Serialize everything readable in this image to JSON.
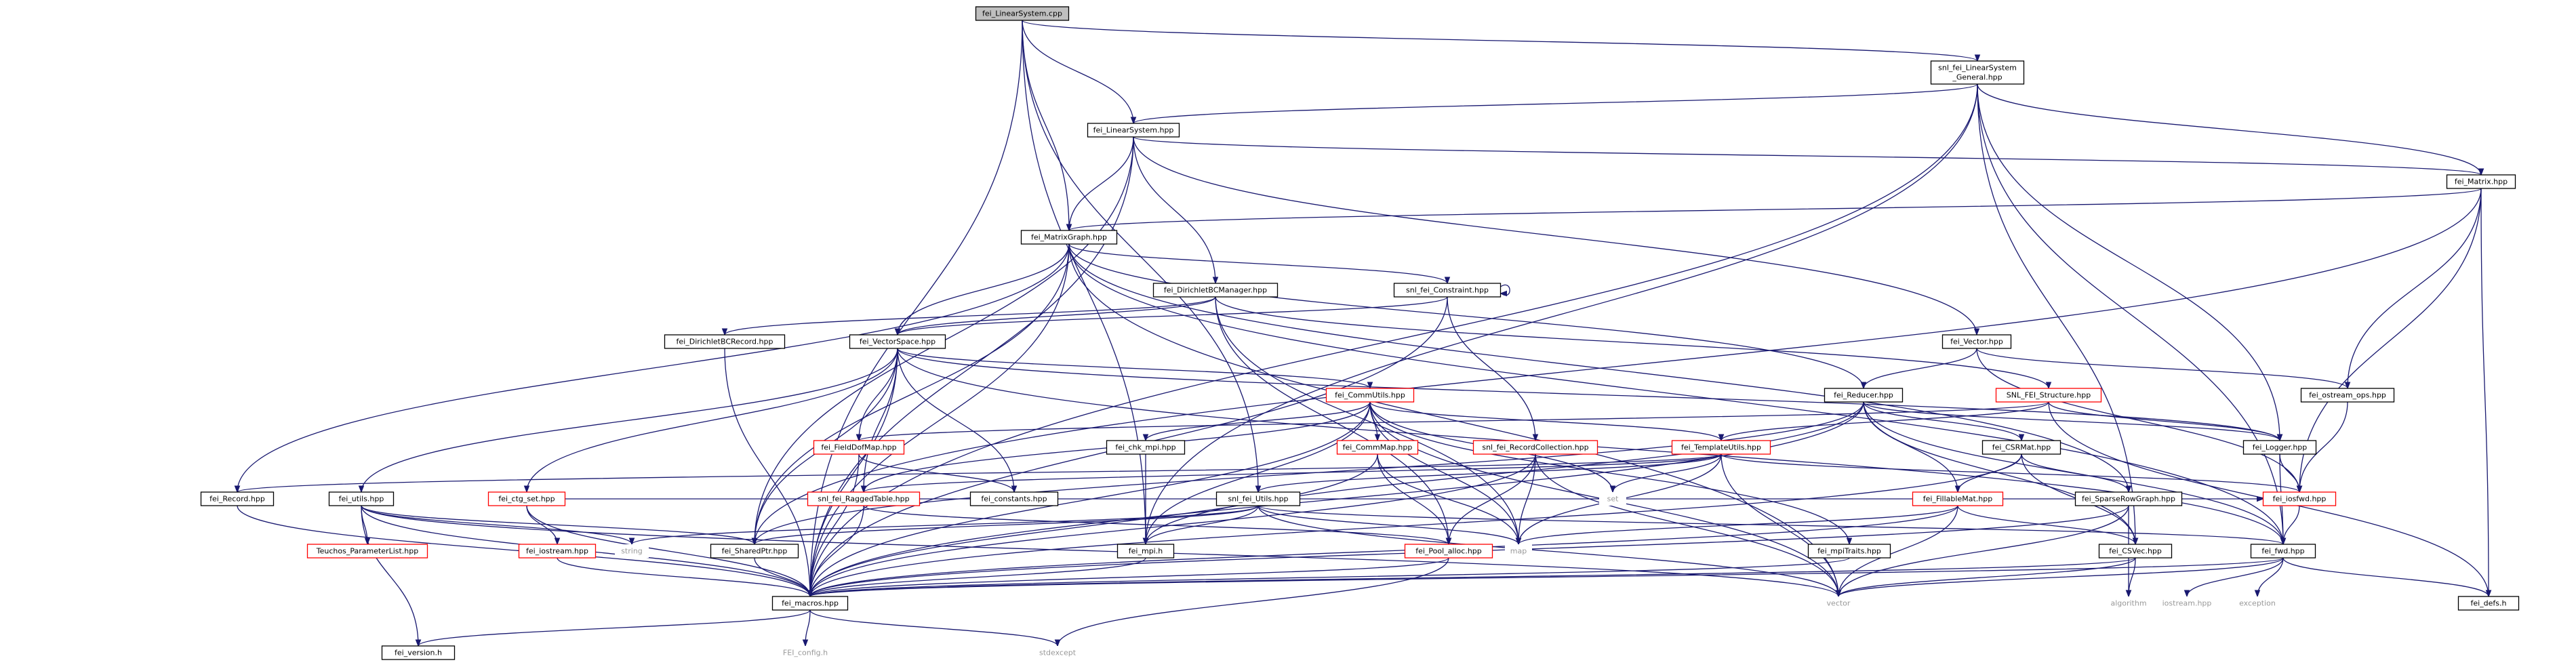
{
  "diagram": {
    "type": "include-dependency-graph",
    "colors": {
      "edge": "#191970",
      "root_fill": "#bfbfbf",
      "documented_fill": "#ffffff",
      "documented_border": "#000000",
      "incomplete_border": "#ff0000",
      "missing_text": "#999999"
    },
    "nodes": [
      {
        "id": "fei_LinearSystem_cpp",
        "lines": [
          "fei_LinearSystem.cpp"
        ],
        "style": "root"
      },
      {
        "id": "snl_fei_LinearSystem_General_hpp",
        "lines": [
          "snl_fei_LinearSystem",
          "_General.hpp"
        ],
        "style": "doc"
      },
      {
        "id": "fei_LinearSystem_hpp",
        "lines": [
          "fei_LinearSystem.hpp"
        ],
        "style": "doc"
      },
      {
        "id": "fei_Matrix_hpp",
        "lines": [
          "fei_Matrix.hpp"
        ],
        "style": "doc"
      },
      {
        "id": "fei_MatrixGraph_hpp",
        "lines": [
          "fei_MatrixGraph.hpp"
        ],
        "style": "doc"
      },
      {
        "id": "fei_DirichletBCManager_hpp",
        "lines": [
          "fei_DirichletBCManager.hpp"
        ],
        "style": "doc"
      },
      {
        "id": "snl_fei_Constraint_hpp",
        "lines": [
          "snl_fei_Constraint.hpp"
        ],
        "style": "doc"
      },
      {
        "id": "fei_DirichletBCRecord_hpp",
        "lines": [
          "fei_DirichletBCRecord.hpp"
        ],
        "style": "doc"
      },
      {
        "id": "fei_VectorSpace_hpp",
        "lines": [
          "fei_VectorSpace.hpp"
        ],
        "style": "doc"
      },
      {
        "id": "fei_Vector_hpp",
        "lines": [
          "fei_Vector.hpp"
        ],
        "style": "doc"
      },
      {
        "id": "fei_ostream_ops_hpp",
        "lines": [
          "fei_ostream_ops.hpp"
        ],
        "style": "doc"
      },
      {
        "id": "fei_CommUtils_hpp",
        "lines": [
          "fei_CommUtils.hpp"
        ],
        "style": "incomplete"
      },
      {
        "id": "fei_Reducer_hpp",
        "lines": [
          "fei_Reducer.hpp"
        ],
        "style": "doc"
      },
      {
        "id": "SNL_FEI_Structure_hpp",
        "lines": [
          "SNL_FEI_Structure.hpp"
        ],
        "style": "incomplete"
      },
      {
        "id": "fei_FieldDofMap_hpp",
        "lines": [
          "fei_FieldDofMap.hpp"
        ],
        "style": "incomplete"
      },
      {
        "id": "fei_chk_mpi_hpp",
        "lines": [
          "fei_chk_mpi.hpp"
        ],
        "style": "doc"
      },
      {
        "id": "fei_CommMap_hpp",
        "lines": [
          "fei_CommMap.hpp"
        ],
        "style": "incomplete"
      },
      {
        "id": "snl_fei_RecordCollection_hpp",
        "lines": [
          "snl_fei_RecordCollection.hpp"
        ],
        "style": "incomplete"
      },
      {
        "id": "fei_TemplateUtils_hpp",
        "lines": [
          "fei_TemplateUtils.hpp"
        ],
        "style": "incomplete"
      },
      {
        "id": "fei_CSRMat_hpp",
        "lines": [
          "fei_CSRMat.hpp"
        ],
        "style": "doc"
      },
      {
        "id": "fei_Logger_hpp",
        "lines": [
          "fei_Logger.hpp"
        ],
        "style": "doc"
      },
      {
        "id": "fei_Record_hpp",
        "lines": [
          "fei_Record.hpp"
        ],
        "style": "doc"
      },
      {
        "id": "fei_utils_hpp",
        "lines": [
          "fei_utils.hpp"
        ],
        "style": "doc"
      },
      {
        "id": "fei_ctg_set_hpp",
        "lines": [
          "fei_ctg_set.hpp"
        ],
        "style": "incomplete"
      },
      {
        "id": "snl_fei_RaggedTable_hpp",
        "lines": [
          "snl_fei_RaggedTable.hpp"
        ],
        "style": "incomplete"
      },
      {
        "id": "fei_constants_hpp",
        "lines": [
          "fei_constants.hpp"
        ],
        "style": "doc"
      },
      {
        "id": "set",
        "lines": [
          "set"
        ],
        "style": "missing"
      },
      {
        "id": "fei_FillableMat_hpp",
        "lines": [
          "fei_FillableMat.hpp"
        ],
        "style": "incomplete"
      },
      {
        "id": "fei_SparseRowGraph_hpp",
        "lines": [
          "fei_SparseRowGraph.hpp"
        ],
        "style": "doc"
      },
      {
        "id": "fei_iosfwd_hpp",
        "lines": [
          "fei_iosfwd.hpp"
        ],
        "style": "incomplete"
      },
      {
        "id": "Teuchos_ParameterList_hpp",
        "lines": [
          "Teuchos_ParameterList.hpp"
        ],
        "style": "incomplete"
      },
      {
        "id": "fei_iostream_hpp",
        "lines": [
          "fei_iostream.hpp"
        ],
        "style": "incomplete"
      },
      {
        "id": "string",
        "lines": [
          "string"
        ],
        "style": "missing"
      },
      {
        "id": "fei_SharedPtr_hpp",
        "lines": [
          "fei_SharedPtr.hpp"
        ],
        "style": "doc"
      },
      {
        "id": "snl_fei_Utils_hpp",
        "lines": [
          "snl_fei_Utils.hpp"
        ],
        "style": "doc"
      },
      {
        "id": "fei_mpi_h",
        "lines": [
          "fei_mpi.h"
        ],
        "style": "doc"
      },
      {
        "id": "fei_Pool_alloc_hpp",
        "lines": [
          "fei_Pool_alloc.hpp"
        ],
        "style": "incomplete"
      },
      {
        "id": "map",
        "lines": [
          "map"
        ],
        "style": "missing"
      },
      {
        "id": "fei_mpiTraits_hpp",
        "lines": [
          "fei_mpiTraits.hpp"
        ],
        "style": "doc"
      },
      {
        "id": "fei_CSVec_hpp",
        "lines": [
          "fei_CSVec.hpp"
        ],
        "style": "doc"
      },
      {
        "id": "fei_fwd_hpp",
        "lines": [
          "fei_fwd.hpp"
        ],
        "style": "doc"
      },
      {
        "id": "fei_macros_hpp",
        "lines": [
          "fei_macros.hpp"
        ],
        "style": "doc"
      },
      {
        "id": "vector",
        "lines": [
          "vector"
        ],
        "style": "missing"
      },
      {
        "id": "algorithm",
        "lines": [
          "algorithm"
        ],
        "style": "missing"
      },
      {
        "id": "iostream_hpp",
        "lines": [
          "iostream.hpp"
        ],
        "style": "missing"
      },
      {
        "id": "exception",
        "lines": [
          "exception"
        ],
        "style": "missing"
      },
      {
        "id": "fei_defs_h",
        "lines": [
          "fei_defs.h"
        ],
        "style": "doc"
      },
      {
        "id": "fei_version_h",
        "lines": [
          "fei_version.h"
        ],
        "style": "doc"
      },
      {
        "id": "FEI_config_h",
        "lines": [
          "FEI_config.h"
        ],
        "style": "missing"
      },
      {
        "id": "stdexcept",
        "lines": [
          "stdexcept"
        ],
        "style": "missing"
      }
    ],
    "edges": [
      [
        "fei_LinearSystem_cpp",
        "fei_LinearSystem_hpp"
      ],
      [
        "fei_LinearSystem_cpp",
        "snl_fei_LinearSystem_General_hpp"
      ],
      [
        "fei_LinearSystem_cpp",
        "fei_MatrixGraph_hpp"
      ],
      [
        "fei_LinearSystem_cpp",
        "snl_fei_Utils_hpp"
      ],
      [
        "fei_LinearSystem_cpp",
        "fei_macros_hpp"
      ],
      [
        "fei_LinearSystem_cpp",
        "fei_mpi_h"
      ],
      [
        "snl_fei_LinearSystem_General_hpp",
        "fei_LinearSystem_hpp"
      ],
      [
        "snl_fei_LinearSystem_General_hpp",
        "fei_Matrix_hpp"
      ],
      [
        "snl_fei_LinearSystem_General_hpp",
        "fei_macros_hpp"
      ],
      [
        "snl_fei_LinearSystem_General_hpp",
        "fei_fwd_hpp"
      ],
      [
        "snl_fei_LinearSystem_General_hpp",
        "fei_CSVec_hpp"
      ],
      [
        "snl_fei_LinearSystem_General_hpp",
        "fei_Logger_hpp"
      ],
      [
        "snl_fei_LinearSystem_General_hpp",
        "fei_mpi_h"
      ],
      [
        "fei_LinearSystem_hpp",
        "fei_MatrixGraph_hpp"
      ],
      [
        "fei_LinearSystem_hpp",
        "fei_Matrix_hpp"
      ],
      [
        "fei_LinearSystem_hpp",
        "fei_Vector_hpp"
      ],
      [
        "fei_LinearSystem_hpp",
        "fei_DirichletBCManager_hpp"
      ],
      [
        "fei_LinearSystem_hpp",
        "fei_SharedPtr_hpp"
      ],
      [
        "fei_LinearSystem_hpp",
        "fei_macros_hpp"
      ],
      [
        "fei_Matrix_hpp",
        "fei_MatrixGraph_hpp"
      ],
      [
        "fei_Matrix_hpp",
        "fei_ostream_ops_hpp"
      ],
      [
        "fei_Matrix_hpp",
        "fei_iosfwd_hpp"
      ],
      [
        "fei_Matrix_hpp",
        "fei_defs_h"
      ],
      [
        "fei_Matrix_hpp",
        "fei_SharedPtr_hpp"
      ],
      [
        "fei_MatrixGraph_hpp",
        "fei_VectorSpace_hpp"
      ],
      [
        "fei_MatrixGraph_hpp",
        "snl_fei_Constraint_hpp"
      ],
      [
        "fei_MatrixGraph_hpp",
        "fei_Record_hpp"
      ],
      [
        "fei_MatrixGraph_hpp",
        "fei_Reducer_hpp"
      ],
      [
        "fei_MatrixGraph_hpp",
        "fei_SparseRowGraph_hpp"
      ],
      [
        "fei_MatrixGraph_hpp",
        "fei_fwd_hpp"
      ],
      [
        "fei_MatrixGraph_hpp",
        "fei_macros_hpp"
      ],
      [
        "fei_MatrixGraph_hpp",
        "fei_SharedPtr_hpp"
      ],
      [
        "fei_MatrixGraph_hpp",
        "vector"
      ],
      [
        "fei_DirichletBCManager_hpp",
        "fei_VectorSpace_hpp"
      ],
      [
        "fei_DirichletBCManager_hpp",
        "fei_DirichletBCRecord_hpp"
      ],
      [
        "fei_DirichletBCManager_hpp",
        "SNL_FEI_Structure_hpp"
      ],
      [
        "fei_DirichletBCManager_hpp",
        "fei_Pool_alloc_hpp"
      ],
      [
        "fei_DirichletBCManager_hpp",
        "map"
      ],
      [
        "snl_fei_Constraint_hpp",
        "snl_fei_Constraint_hpp"
      ],
      [
        "snl_fei_Constraint_hpp",
        "fei_VectorSpace_hpp"
      ],
      [
        "snl_fei_Constraint_hpp",
        "snl_fei_RecordCollection_hpp"
      ],
      [
        "snl_fei_Constraint_hpp",
        "fei_macros_hpp"
      ],
      [
        "fei_DirichletBCRecord_hpp",
        "fei_macros_hpp"
      ],
      [
        "fei_VectorSpace_hpp",
        "fei_CommUtils_hpp"
      ],
      [
        "fei_VectorSpace_hpp",
        "fei_FieldDofMap_hpp"
      ],
      [
        "fei_VectorSpace_hpp",
        "snl_fei_RaggedTable_hpp"
      ],
      [
        "fei_VectorSpace_hpp",
        "fei_constants_hpp"
      ],
      [
        "fei_VectorSpace_hpp",
        "fei_ctg_set_hpp"
      ],
      [
        "fei_VectorSpace_hpp",
        "fei_utils_hpp"
      ],
      [
        "fei_VectorSpace_hpp",
        "fei_SharedPtr_hpp"
      ],
      [
        "fei_VectorSpace_hpp",
        "fei_Logger_hpp"
      ],
      [
        "fei_VectorSpace_hpp",
        "fei_fwd_hpp"
      ],
      [
        "fei_VectorSpace_hpp",
        "fei_macros_hpp"
      ],
      [
        "fei_Vector_hpp",
        "fei_Reducer_hpp"
      ],
      [
        "fei_Vector_hpp",
        "fei_ostream_ops_hpp"
      ],
      [
        "fei_Vector_hpp",
        "fei_iosfwd_hpp"
      ],
      [
        "fei_ostream_ops_hpp",
        "fei_iosfwd_hpp"
      ],
      [
        "fei_CommUtils_hpp",
        "fei_chk_mpi_hpp"
      ],
      [
        "fei_CommUtils_hpp",
        "fei_CommMap_hpp"
      ],
      [
        "fei_CommUtils_hpp",
        "fei_TemplateUtils_hpp"
      ],
      [
        "fei_CommUtils_hpp",
        "snl_fei_RaggedTable_hpp"
      ],
      [
        "fei_CommUtils_hpp",
        "fei_mpiTraits_hpp"
      ],
      [
        "fei_CommUtils_hpp",
        "fei_mpi_h"
      ],
      [
        "fei_CommUtils_hpp",
        "fei_macros_hpp"
      ],
      [
        "fei_CommUtils_hpp",
        "set"
      ],
      [
        "fei_CommUtils_hpp",
        "map"
      ],
      [
        "fei_CommUtils_hpp",
        "vector"
      ],
      [
        "fei_Reducer_hpp",
        "fei_CSRMat_hpp"
      ],
      [
        "fei_Reducer_hpp",
        "fei_CSVec_hpp"
      ],
      [
        "fei_Reducer_hpp",
        "fei_FillableMat_hpp"
      ],
      [
        "fei_Reducer_hpp",
        "fei_Logger_hpp"
      ],
      [
        "fei_Reducer_hpp",
        "fei_SharedPtr_hpp"
      ],
      [
        "fei_Reducer_hpp",
        "fei_mpi_h"
      ],
      [
        "fei_Reducer_hpp",
        "fei_fwd_hpp"
      ],
      [
        "fei_Reducer_hpp",
        "fei_macros_hpp"
      ],
      [
        "SNL_FEI_Structure_hpp",
        "fei_TemplateUtils_hpp"
      ],
      [
        "SNL_FEI_Structure_hpp",
        "fei_Logger_hpp"
      ],
      [
        "SNL_FEI_Structure_hpp",
        "fei_FieldDofMap_hpp"
      ],
      [
        "SNL_FEI_Structure_hpp",
        "fei_defs_h"
      ],
      [
        "fei_FieldDofMap_hpp",
        "fei_constants_hpp"
      ],
      [
        "fei_FieldDofMap_hpp",
        "fei_macros_hpp"
      ],
      [
        "fei_chk_mpi_hpp",
        "fei_mpi_h"
      ],
      [
        "fei_CommMap_hpp",
        "fei_Pool_alloc_hpp"
      ],
      [
        "fei_CommMap_hpp",
        "map"
      ],
      [
        "fei_CommMap_hpp",
        "fei_macros_hpp"
      ],
      [
        "snl_fei_RecordCollection_hpp",
        "fei_Pool_alloc_hpp"
      ],
      [
        "snl_fei_RecordCollection_hpp",
        "map"
      ],
      [
        "snl_fei_RecordCollection_hpp",
        "vector"
      ],
      [
        "snl_fei_RecordCollection_hpp",
        "fei_macros_hpp"
      ],
      [
        "fei_TemplateUtils_hpp",
        "snl_fei_RaggedTable_hpp"
      ],
      [
        "fei_TemplateUtils_hpp",
        "snl_fei_Utils_hpp"
      ],
      [
        "fei_TemplateUtils_hpp",
        "fei_Record_hpp"
      ],
      [
        "fei_TemplateUtils_hpp",
        "fei_iosfwd_hpp"
      ],
      [
        "fei_TemplateUtils_hpp",
        "set"
      ],
      [
        "fei_TemplateUtils_hpp",
        "map"
      ],
      [
        "fei_TemplateUtils_hpp",
        "vector"
      ],
      [
        "fei_CSRMat_hpp",
        "fei_FillableMat_hpp"
      ],
      [
        "fei_CSRMat_hpp",
        "fei_SparseRowGraph_hpp"
      ],
      [
        "fei_CSRMat_hpp",
        "fei_CSVec_hpp"
      ],
      [
        "fei_CSRMat_hpp",
        "fei_macros_hpp"
      ],
      [
        "fei_Logger_hpp",
        "fei_iosfwd_hpp"
      ],
      [
        "fei_Logger_hpp",
        "fei_fwd_hpp"
      ],
      [
        "fei_Record_hpp",
        "fei_macros_hpp"
      ],
      [
        "fei_utils_hpp",
        "Teuchos_ParameterList_hpp"
      ],
      [
        "fei_utils_hpp",
        "fei_SharedPtr_hpp"
      ],
      [
        "fei_utils_hpp",
        "fei_version_h"
      ],
      [
        "fei_utils_hpp",
        "fei_macros_hpp"
      ],
      [
        "fei_utils_hpp",
        "string"
      ],
      [
        "fei_utils_hpp",
        "vector"
      ],
      [
        "fei_ctg_set_hpp",
        "fei_iostream_hpp"
      ],
      [
        "fei_ctg_set_hpp",
        "fei_macros_hpp"
      ],
      [
        "fei_ctg_set_hpp",
        "fei_iosfwd_hpp"
      ],
      [
        "snl_fei_RaggedTable_hpp",
        "fei_macros_hpp"
      ],
      [
        "snl_fei_RaggedTable_hpp",
        "fei_Pool_alloc_hpp"
      ],
      [
        "fei_FillableMat_hpp",
        "fei_CSVec_hpp"
      ],
      [
        "fei_FillableMat_hpp",
        "map"
      ],
      [
        "fei_FillableMat_hpp",
        "vector"
      ],
      [
        "fei_FillableMat_hpp",
        "fei_macros_hpp"
      ],
      [
        "fei_SparseRowGraph_hpp",
        "vector"
      ],
      [
        "fei_SparseRowGraph_hpp",
        "algorithm"
      ],
      [
        "fei_SparseRowGraph_hpp",
        "fei_macros_hpp"
      ],
      [
        "fei_iosfwd_hpp",
        "fei_fwd_hpp"
      ],
      [
        "fei_iostream_hpp",
        "fei_macros_hpp"
      ],
      [
        "fei_SharedPtr_hpp",
        "fei_macros_hpp"
      ],
      [
        "snl_fei_Utils_hpp",
        "fei_fwd_hpp"
      ],
      [
        "snl_fei_Utils_hpp",
        "fei_mpi_h"
      ],
      [
        "snl_fei_Utils_hpp",
        "fei_SharedPtr_hpp"
      ],
      [
        "snl_fei_Utils_hpp",
        "map"
      ],
      [
        "snl_fei_Utils_hpp",
        "vector"
      ],
      [
        "snl_fei_Utils_hpp",
        "string"
      ],
      [
        "fei_mpi_h",
        "fei_macros_hpp"
      ],
      [
        "fei_Pool_alloc_hpp",
        "fei_macros_hpp"
      ],
      [
        "fei_Pool_alloc_hpp",
        "stdexcept"
      ],
      [
        "fei_mpiTraits_hpp",
        "fei_macros_hpp"
      ],
      [
        "fei_CSVec_hpp",
        "fei_macros_hpp"
      ],
      [
        "fei_CSVec_hpp",
        "vector"
      ],
      [
        "fei_CSVec_hpp",
        "algorithm"
      ],
      [
        "fei_fwd_hpp",
        "fei_macros_hpp"
      ],
      [
        "fei_fwd_hpp",
        "fei_defs_h"
      ],
      [
        "fei_fwd_hpp",
        "iostream_hpp"
      ],
      [
        "fei_fwd_hpp",
        "exception"
      ],
      [
        "fei_fwd_hpp",
        "vector"
      ],
      [
        "fei_macros_hpp",
        "FEI_config_h"
      ],
      [
        "fei_macros_hpp",
        "fei_version_h"
      ],
      [
        "fei_macros_hpp",
        "stdexcept"
      ]
    ]
  }
}
